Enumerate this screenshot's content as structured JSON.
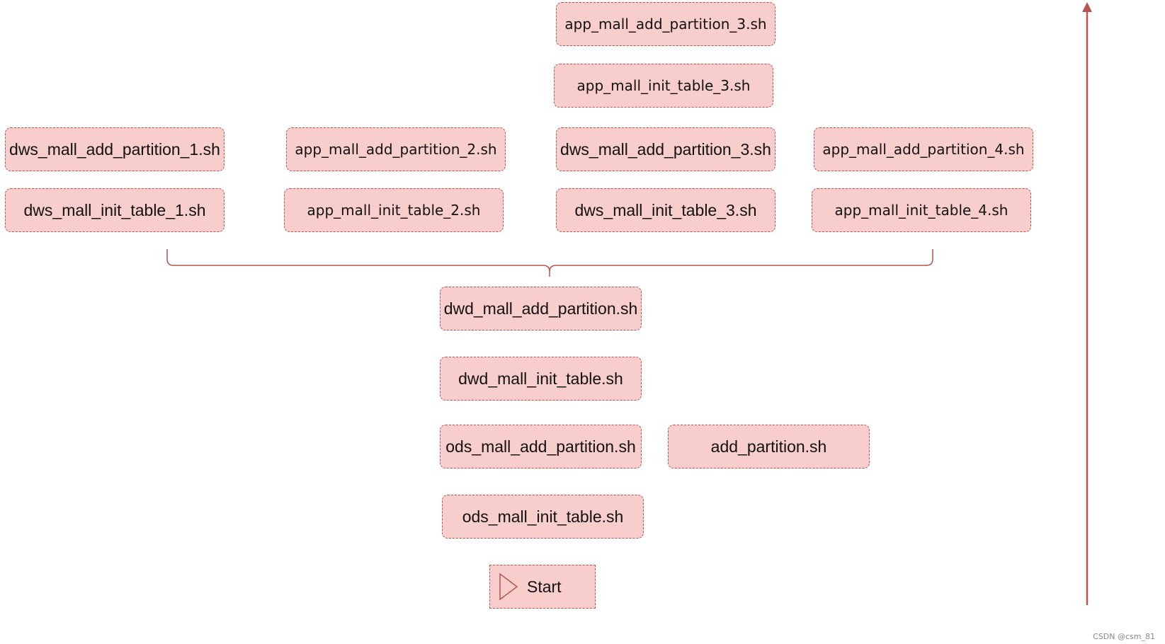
{
  "nodes": {
    "app_add_partition_3": "app_mall_add_partition_3.sh",
    "app_init_table_3": "app_mall_init_table_3.sh",
    "dws_add_partition_1": "dws_mall_add_partition_1.sh",
    "app_add_partition_2": "app_mall_add_partition_2.sh",
    "dws_add_partition_3": "dws_mall_add_partition_3.sh",
    "app_add_partition_4": "app_mall_add_partition_4.sh",
    "dws_init_table_1": "dws_mall_init_table_1.sh",
    "app_init_table_2": "app_mall_init_table_2.sh",
    "dws_init_table_3": "dws_mall_init_table_3.sh",
    "app_init_table_4": "app_mall_init_table_4.sh",
    "dwd_add_partition": "dwd_mall_add_partition.sh",
    "dwd_init_table": "dwd_mall_init_table.sh",
    "ods_add_partition": "ods_mall_add_partition.sh",
    "add_partition": "add_partition.sh",
    "ods_init_table": "ods_mall_init_table.sh",
    "start": "Start"
  },
  "watermark": "CSDN @csm_81",
  "colors": {
    "node_fill": "#f8cecc",
    "node_border": "#b85450",
    "arrow": "#b85450"
  },
  "icons": {
    "start": "play-triangle-icon",
    "arrow": "up-arrow-icon",
    "brace": "curly-brace-icon"
  }
}
